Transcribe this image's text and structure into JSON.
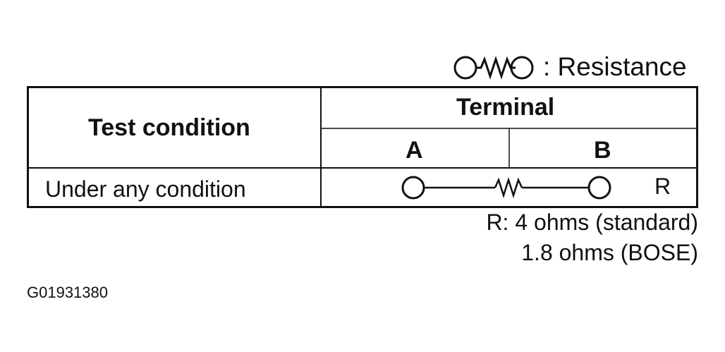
{
  "legend": {
    "symbol": "resistor-symbol-icon",
    "label": ": Resistance"
  },
  "table": {
    "header_condition": "Test condition",
    "header_terminal": "Terminal",
    "terminal_a": "A",
    "terminal_b": "B",
    "row_condition": "Under any condition",
    "row_value": "R"
  },
  "notes": {
    "line1": "R: 4 ohms (standard)",
    "line2": "1.8 ohms (BOSE)"
  },
  "figure_code": "G01931380"
}
